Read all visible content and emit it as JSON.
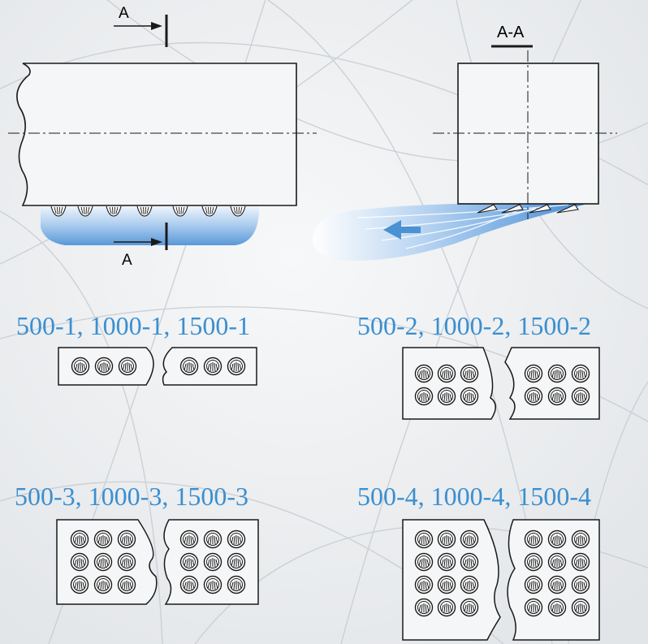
{
  "section": {
    "marker_top": "A",
    "marker_bottom": "A",
    "view_title": "A-A"
  },
  "models": [
    {
      "label": "500-1, 1000-1, 1500-1",
      "rows": 1
    },
    {
      "label": "500-2, 1000-2, 1500-2",
      "rows": 2
    },
    {
      "label": "500-3, 1000-3, 1500-3",
      "rows": 3
    },
    {
      "label": "500-4, 1000-4, 1500-4",
      "rows": 4
    }
  ],
  "colors": {
    "label": "#3b8fd0",
    "line": "#1a1a1a",
    "flow": "#5fa0dc",
    "arrow": "#4a92d4",
    "background": "#eef0f2"
  },
  "icons": [
    "nozzle-icon",
    "flow-arrow-icon"
  ]
}
